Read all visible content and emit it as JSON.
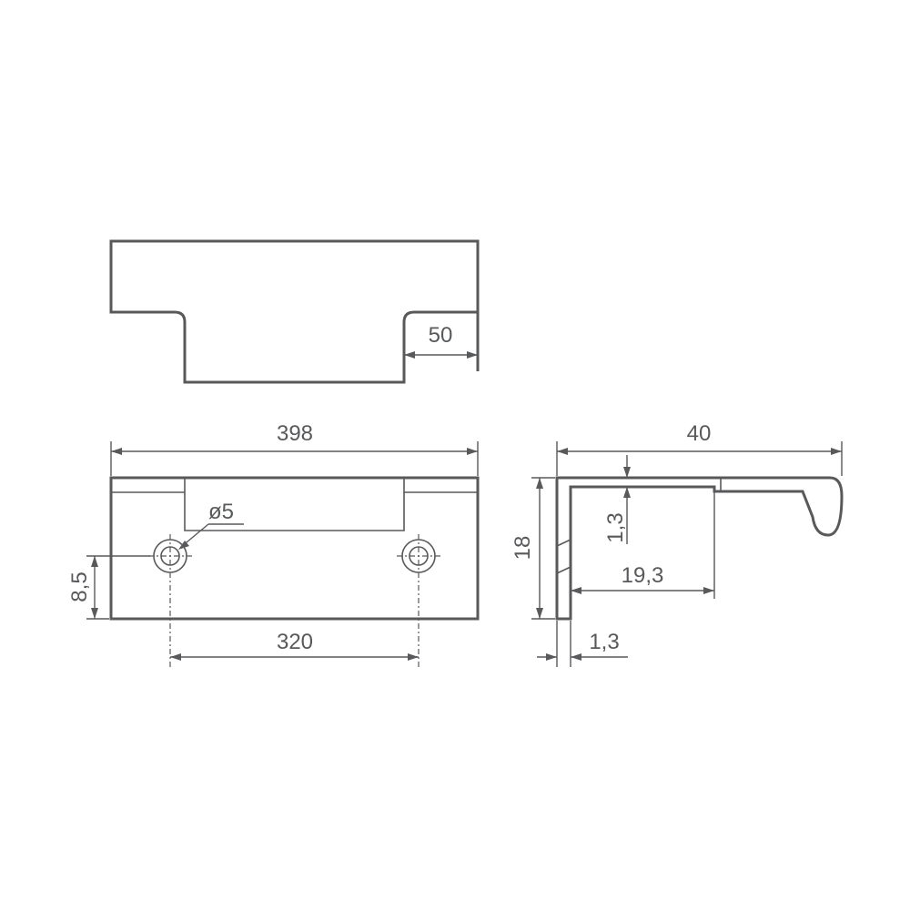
{
  "dimensions": {
    "tab_width": "50",
    "overall_length": "398",
    "hole_diameter": "ø5",
    "hole_offset": "8,5",
    "hole_spacing": "320",
    "profile_depth": "40",
    "profile_height": "18",
    "wall_thickness_top": "1,3",
    "lip_distance": "19,3",
    "wall_thickness_side": "1,3"
  },
  "colors": {
    "line": "#58595b",
    "background": "#ffffff"
  }
}
